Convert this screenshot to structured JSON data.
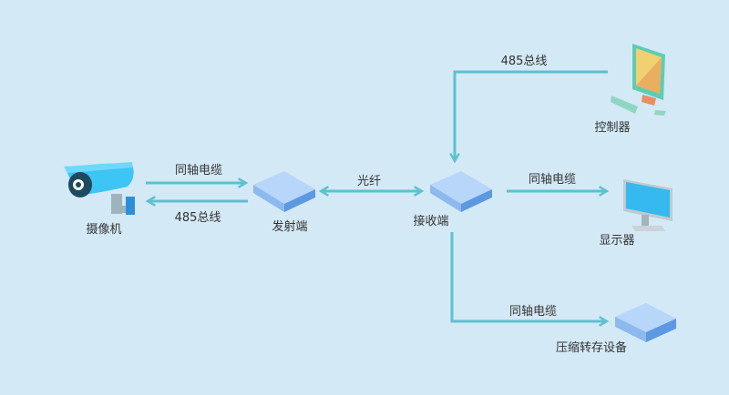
{
  "nodes": {
    "camera": "摄像机",
    "transmitter": "发射端",
    "receiver": "接收端",
    "controller": "控制器",
    "display": "显示器",
    "storage": "压缩转存设备"
  },
  "links": {
    "camera_to_tx": "同轴电缆",
    "tx_to_camera": "485总线",
    "fiber": "光纤",
    "rx_to_display": "同轴电缆",
    "controller_bus": "485总线",
    "rx_to_storage": "同轴电缆"
  },
  "colors": {
    "background": "#d3e9f5",
    "connector": "#5cc1cf",
    "device": "#a9cdf7"
  }
}
